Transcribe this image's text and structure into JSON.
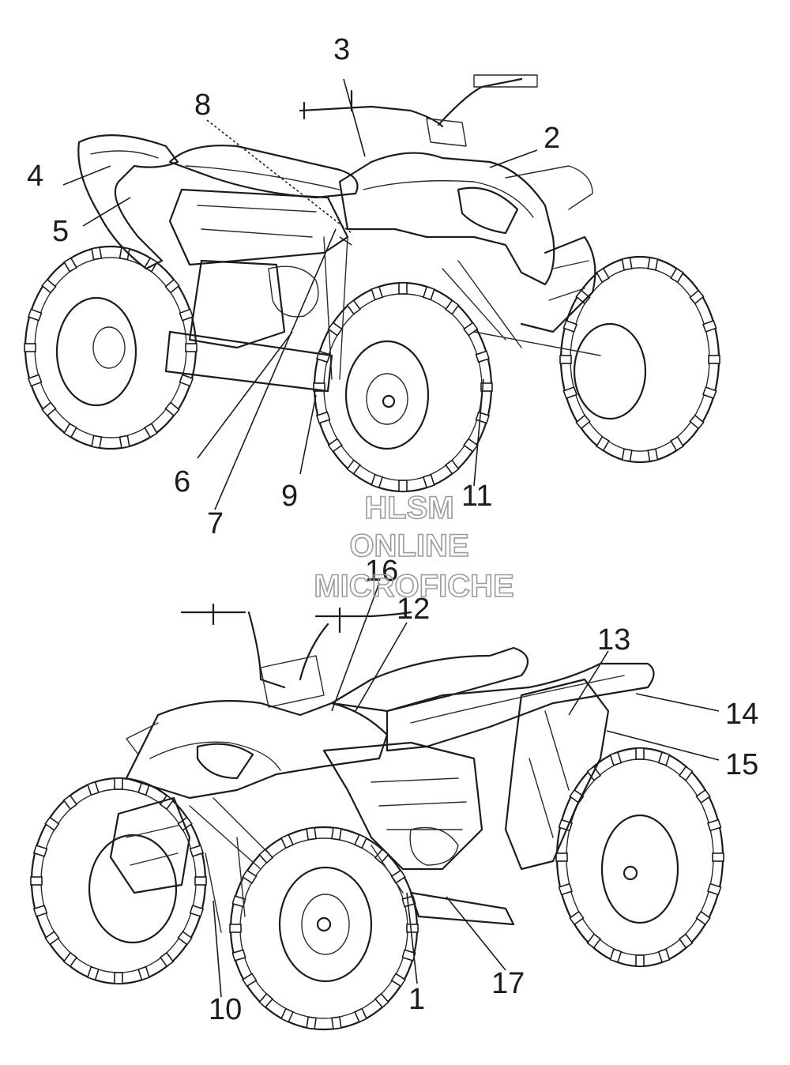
{
  "callouts": {
    "c1": "1",
    "c2": "2",
    "c3": "3",
    "c4": "4",
    "c5": "5",
    "c6": "6",
    "c7": "7",
    "c8": "8",
    "c9": "9",
    "c10": "10",
    "c11": "11",
    "c12": "12",
    "c13": "13",
    "c14": "14",
    "c15": "15",
    "c16": "16",
    "c17": "17"
  },
  "watermark": {
    "line1": "HLSM",
    "line2": "ONLINE",
    "line3": "MICROFICHE"
  }
}
